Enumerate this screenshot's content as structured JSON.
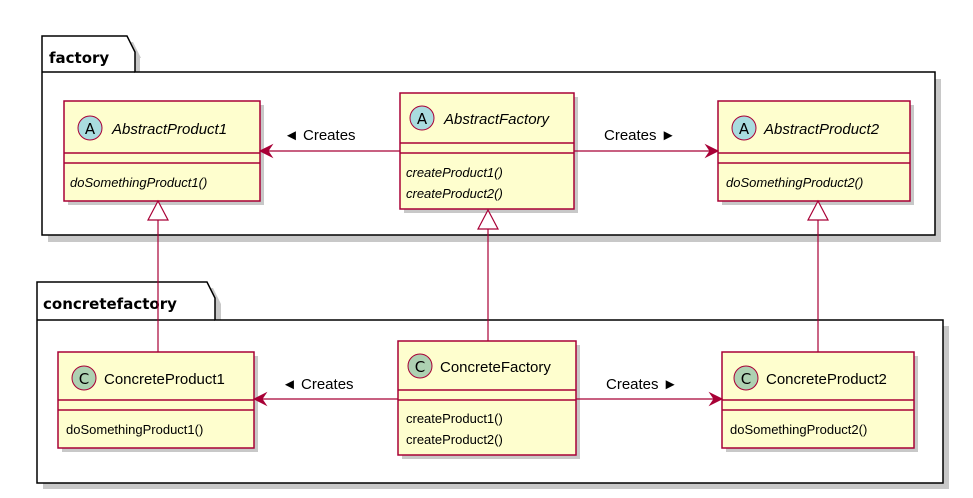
{
  "colors": {
    "class_fill": "#fefece",
    "class_border": "#a80036",
    "abstract_circle": "#a9dcdf",
    "class_circle": "#add1b2",
    "edge": "#a80036"
  },
  "packages": {
    "factory": {
      "label": "factory"
    },
    "concrete": {
      "label": "concretefactory"
    }
  },
  "classes": {
    "abstract_product1": {
      "stereotype": "A",
      "name": "AbstractProduct1",
      "methods": [
        "doSomethingProduct1()"
      ]
    },
    "abstract_factory": {
      "stereotype": "A",
      "name": "AbstractFactory",
      "methods": [
        "createProduct1()",
        "createProduct2()"
      ]
    },
    "abstract_product2": {
      "stereotype": "A",
      "name": "AbstractProduct2",
      "methods": [
        "doSomethingProduct2()"
      ]
    },
    "concrete_product1": {
      "stereotype": "C",
      "name": "ConcreteProduct1",
      "methods": [
        "doSomethingProduct1()"
      ]
    },
    "concrete_factory": {
      "stereotype": "C",
      "name": "ConcreteFactory",
      "methods": [
        "createProduct1()",
        "createProduct2()"
      ]
    },
    "concrete_product2": {
      "stereotype": "C",
      "name": "ConcreteProduct2",
      "methods": [
        "doSomethingProduct2()"
      ]
    }
  },
  "relations": {
    "af_creates_ap1": "◄ Creates",
    "af_creates_ap2": "Creates ►",
    "cf_creates_cp1": "◄ Creates",
    "cf_creates_cp2": "Creates ►"
  }
}
